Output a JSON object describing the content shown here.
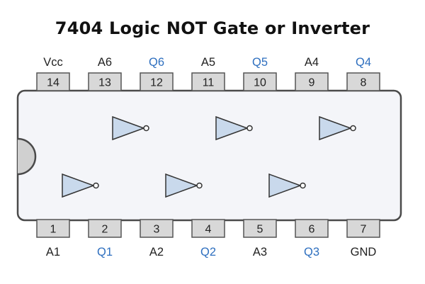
{
  "title": "7404 Logic NOT Gate or Inverter",
  "colors": {
    "body_fill": "#f4f5f9",
    "body_stroke": "#4a4a4a",
    "pin_fill": "#d8d8d8",
    "gate_fill": "#c9d9ec",
    "input_label": "#222222",
    "output_label": "#2e6fbf"
  },
  "top_pins": [
    {
      "number": "14",
      "label": "Vcc",
      "kind": "power"
    },
    {
      "number": "13",
      "label": "A6",
      "kind": "input"
    },
    {
      "number": "12",
      "label": "Q6",
      "kind": "output"
    },
    {
      "number": "11",
      "label": "A5",
      "kind": "input"
    },
    {
      "number": "10",
      "label": "Q5",
      "kind": "output"
    },
    {
      "number": "9",
      "label": "A4",
      "kind": "input"
    },
    {
      "number": "8",
      "label": "Q4",
      "kind": "output"
    }
  ],
  "bottom_pins": [
    {
      "number": "1",
      "label": "A1",
      "kind": "input"
    },
    {
      "number": "2",
      "label": "Q1",
      "kind": "output"
    },
    {
      "number": "3",
      "label": "A2",
      "kind": "input"
    },
    {
      "number": "4",
      "label": "Q2",
      "kind": "output"
    },
    {
      "number": "5",
      "label": "A3",
      "kind": "input"
    },
    {
      "number": "6",
      "label": "Q3",
      "kind": "output"
    },
    {
      "number": "7",
      "label": "GND",
      "kind": "ground"
    }
  ],
  "gates": [
    {
      "name": "gate-1",
      "input_pin": "1",
      "output_pin": "2"
    },
    {
      "name": "gate-2",
      "input_pin": "3",
      "output_pin": "4"
    },
    {
      "name": "gate-3",
      "input_pin": "5",
      "output_pin": "6"
    },
    {
      "name": "gate-4",
      "input_pin": "13",
      "output_pin": "12"
    },
    {
      "name": "gate-5",
      "input_pin": "11",
      "output_pin": "10"
    },
    {
      "name": "gate-6",
      "input_pin": "9",
      "output_pin": "8"
    }
  ]
}
